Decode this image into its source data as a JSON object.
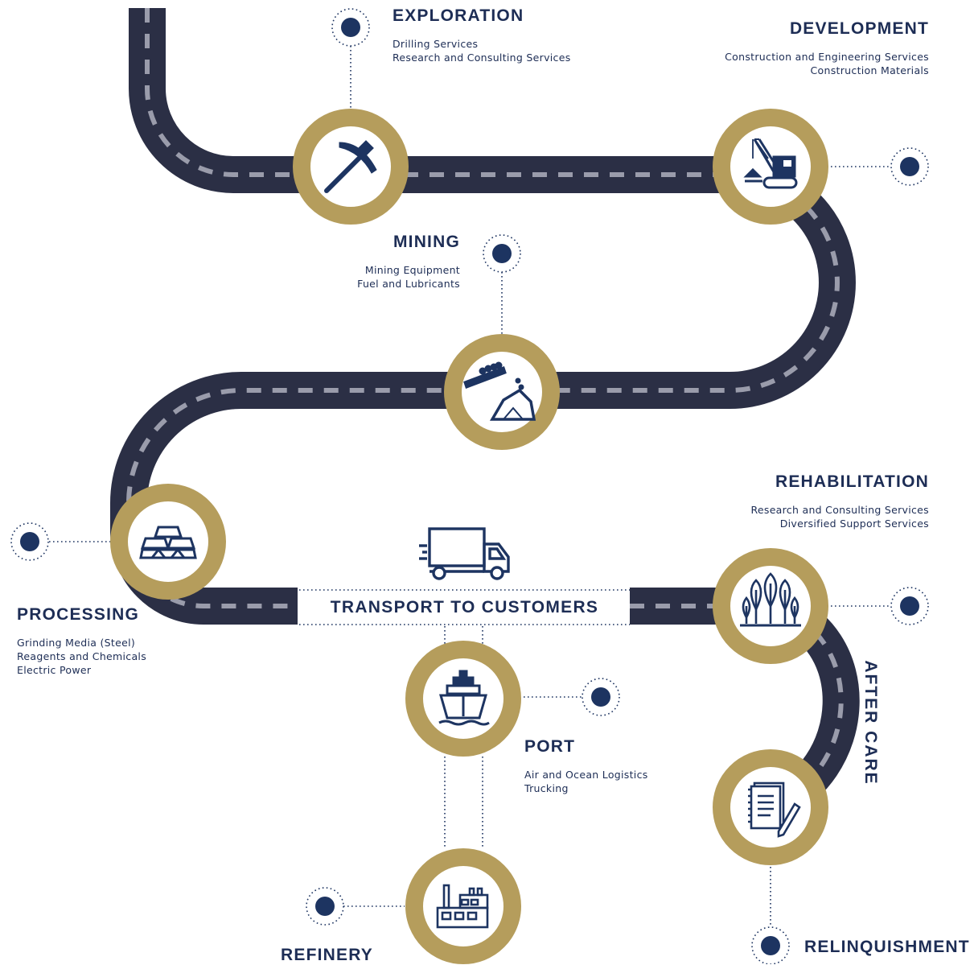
{
  "colors": {
    "road": "#2b2f45",
    "road_dash": "#9a9cab",
    "ring": "#b59d5c",
    "navy": "#1d3461",
    "text": "#1d2d55"
  },
  "stages": {
    "exploration": {
      "title": "EXPLORATION",
      "items": [
        "Drilling Services",
        "Research and Consulting Services"
      ],
      "icon": "pickaxe-icon"
    },
    "development": {
      "title": "DEVELOPMENT",
      "items": [
        "Construction and Engineering Services",
        "Construction Materials"
      ],
      "icon": "crane-icon"
    },
    "mining": {
      "title": "MINING",
      "items": [
        "Mining Equipment",
        "Fuel and Lubricants"
      ],
      "icon": "conveyor-ore-icon"
    },
    "processing": {
      "title": "PROCESSING",
      "items": [
        "Grinding Media (Steel)",
        "Reagents and Chemicals",
        "Electric Power"
      ],
      "icon": "gold-bars-icon"
    },
    "rehabilitation": {
      "title": "REHABILITATION",
      "items": [
        "Research and Consulting Services",
        "Diversified Support Services"
      ],
      "icon": "trees-icon"
    },
    "port": {
      "title": "PORT",
      "items": [
        "Air and Ocean Logistics",
        "Trucking"
      ],
      "icon": "ship-icon"
    },
    "refinery": {
      "title": "REFINERY",
      "icon": "factory-icon"
    },
    "relinquishment": {
      "title": "RELINQUISHMENT",
      "icon": "document-pen-icon"
    }
  },
  "transport": {
    "label": "TRANSPORT TO CUSTOMERS",
    "icon": "truck-icon"
  },
  "aftercare": {
    "label": "AFTER CARE"
  }
}
